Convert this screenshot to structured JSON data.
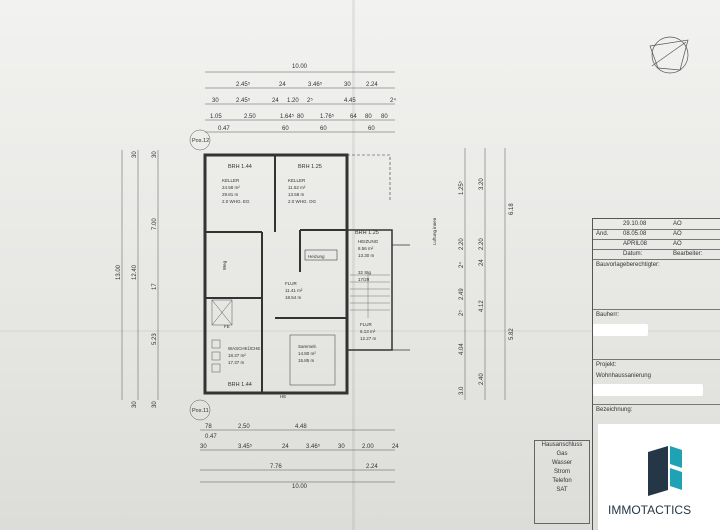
{
  "overall": {
    "top": "10.00",
    "bottom": "10.00"
  },
  "top_dims_r1": [
    "2.45⁵",
    "24",
    "3.46⁵",
    "30",
    "2.24"
  ],
  "top_dims_r2": [
    "30",
    "2.45⁵",
    "24",
    "1.20",
    "2⁵",
    "4.45",
    "2⁴"
  ],
  "top_dims_r3": [
    "1.05",
    "2.50",
    "1.64⁵",
    "80",
    "1.76⁵",
    "64",
    "80",
    "80"
  ],
  "top_dims_r4": [
    "0.47",
    "60",
    "60",
    "60"
  ],
  "bottom_dims_r1": [
    "78",
    "2.50",
    "4.48"
  ],
  "bottom_dims_r1b": "0.47",
  "bottom_dims_r2": [
    "30",
    "3.45⁵",
    "24",
    "3.46⁵",
    "30",
    "2.00",
    "24"
  ],
  "bottom_dims_r3": [
    "7.76",
    "2.24"
  ],
  "left_dims_outer": [
    "13.00",
    "12.40"
  ],
  "left_dims_inner": [
    "7.00",
    "5.23",
    "17"
  ],
  "left_small": [
    "30",
    "30",
    "30",
    "30"
  ],
  "right_dims_a": [
    "6.18",
    "5.82"
  ],
  "right_dims_b": [
    "3.20",
    "2.20",
    "24",
    "4.12",
    "2.40"
  ],
  "right_dims_c": [
    "1.25⁵",
    "2.20",
    "2⁴",
    "2.49",
    "2⁵",
    "4.04",
    "3.0"
  ],
  "pos_labels": [
    "Pos.12",
    "Pos.11"
  ],
  "rooms": {
    "keller1": {
      "title": "KELLER",
      "l1": "24.58 m²",
      "l2": "29.81 m",
      "l3": "2.0 WHG. EG"
    },
    "keller2": {
      "title": "KELLER",
      "l1": "11.52 m²",
      "l2": "13.58 m",
      "l3": "2.0 WHG. OG"
    },
    "heizung": {
      "title": "HEIZUNG",
      "l1": "8.56 m²",
      "l2": "13.30 m"
    },
    "flur1": {
      "title": "FLUR",
      "l1": "11.41 m²",
      "l2": "18.54 m"
    },
    "flur2": {
      "title": "FLUR",
      "l1": "6.13 m²",
      "l2": "12.27 m"
    },
    "wasch": {
      "title": "WASCHKÜCHE",
      "l1": "18.37 m²",
      "l2": "17.37 m"
    },
    "sammel": {
      "title": "Sammelr.",
      "l1": "14.80 m²",
      "l2": "15.85 m"
    }
  },
  "brh": [
    "BRH 1.44",
    "BRH 1.25",
    "BRH 1.25",
    "BRH 1.44"
  ],
  "misc": {
    "heizung_box": "Heizung",
    "fe": "FE",
    "he": "HE",
    "stair": "32 Stg",
    "stair2": "17/29",
    "schacht": "Luftung innen",
    "weg": "Weg"
  },
  "title_block": {
    "rows": [
      {
        "mark": "",
        "date": "29.10.08",
        "code": "AO"
      },
      {
        "mark": "Änd.",
        "date": "08.05.08",
        "code": "AO"
      },
      {
        "mark": "",
        "date": "APRIL08",
        "code": "AO"
      }
    ],
    "datum": "Datum:",
    "bearbeiter": "Bearbeiter:",
    "bauvorlage": "Bauvorlageberechtigter:",
    "bauherr": "Bauherr:",
    "projekt": "Projekt:",
    "projekt_value": "Wohnhaussanierung",
    "bezeichnung": "Bezeichnung:"
  },
  "legend": {
    "title": "Hausanschluss",
    "items": [
      "Gas",
      "Wasser",
      "Strom",
      "Telefon",
      "SAT"
    ]
  },
  "logo": {
    "text": "IMMOTACTICS",
    "colors": {
      "primary": "#253746",
      "accent": "#1fa3b4"
    }
  }
}
